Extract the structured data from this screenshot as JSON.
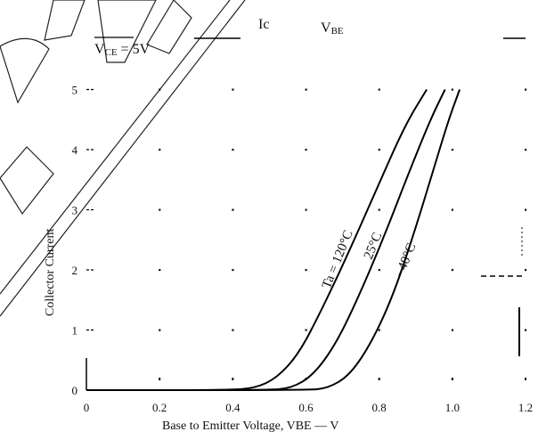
{
  "chart_data": {
    "type": "line",
    "title": "Ic — VBE",
    "condition": "VCE = 5V",
    "xlabel": "Base to Emitter Voltage, VBE — V",
    "ylabel": "Collector Current",
    "x_ticks": [
      "0",
      "0.2",
      "0.4",
      "0.6",
      "0.8",
      "1.0",
      "1.2"
    ],
    "y_ticks": [
      "0",
      "1",
      "2",
      "3",
      "4",
      "5"
    ],
    "xlim": [
      0,
      1.2
    ],
    "ylim": [
      0,
      5.6
    ],
    "grid": "dotted",
    "series": [
      {
        "name": "Ta = 120°C",
        "x": [
          0.0,
          0.38,
          0.46,
          0.52,
          0.58,
          0.64,
          0.71,
          0.79,
          0.87,
          0.93
        ],
        "y": [
          0.0,
          0.0,
          0.03,
          0.2,
          0.6,
          1.3,
          2.2,
          3.3,
          4.4,
          5.0
        ]
      },
      {
        "name": "25°C",
        "x": [
          0.0,
          0.49,
          0.56,
          0.62,
          0.68,
          0.74,
          0.81,
          0.88,
          0.94,
          0.98
        ],
        "y": [
          0.0,
          0.0,
          0.03,
          0.25,
          0.75,
          1.5,
          2.5,
          3.6,
          4.5,
          5.0
        ]
      },
      {
        "name": "−40°C",
        "x": [
          0.0,
          0.6,
          0.66,
          0.72,
          0.78,
          0.84,
          0.9,
          0.95,
          0.99,
          1.02
        ],
        "y": [
          0.0,
          0.0,
          0.03,
          0.25,
          0.8,
          1.6,
          2.7,
          3.7,
          4.5,
          5.0
        ]
      }
    ]
  },
  "labels": {
    "title_main": "Ic",
    "title_sep": "V",
    "title_sub": "BE",
    "cond_main": "V",
    "cond_sub": "CE",
    "cond_value": " = 5V",
    "ylabel": "Collector Current",
    "xlabel": "Base to Emitter Voltage, VBE — V",
    "curve_1": "Ta = 120°C",
    "curve_2": "25°C",
    "curve_3": "−40°C"
  }
}
